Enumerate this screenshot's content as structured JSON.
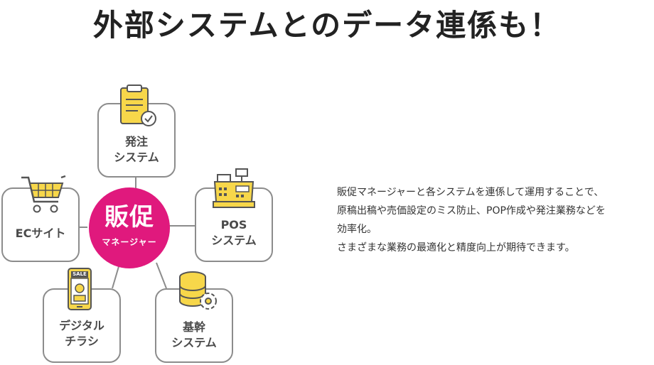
{
  "headline": "外部システムとのデータ連係も！",
  "hub": {
    "title": "販促",
    "subtitle": "マネージャー"
  },
  "nodes": {
    "order": "発注\nシステム",
    "pos": "POS\nシステム",
    "core": "基幹\nシステム",
    "flyer": "デジタル\nチラシ",
    "ec": "ECサイト"
  },
  "flyer_icon": {
    "sale_text": "SALE"
  },
  "description": {
    "line1": "販促マネージャーと各システムを連係して運用することで、",
    "line2": "原稿出稿や売価設定のミス防止、POP作成や発注業務などを",
    "line3": "効率化。",
    "line4": "さまざまな業務の最適化と精度向上が期待できます。"
  },
  "colors": {
    "hub": "#e0197d",
    "icon_yellow": "#f7d74a",
    "node_border": "#8c8c8c",
    "icon_stroke": "#555555"
  }
}
